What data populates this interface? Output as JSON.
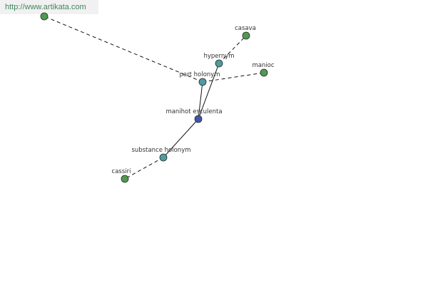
{
  "watermark": {
    "text": "http://www.artikata.com"
  },
  "colors": {
    "center": "#3f57a6",
    "relation": "#4e9ba0",
    "leaf": "#4f9a4f",
    "watermark_text": "#42855d",
    "watermark_bg": "#f1f1f1"
  },
  "graph": {
    "center": {
      "id": "manihot-esculenta",
      "label": "manihot esculenta"
    },
    "relations": [
      {
        "id": "hypernym",
        "label": "hypernym"
      },
      {
        "id": "part-holonym",
        "label": "part holonym"
      },
      {
        "id": "substance-holonym",
        "label": "substance holonym"
      }
    ],
    "leaves": [
      {
        "id": "top-left",
        "label": ""
      },
      {
        "id": "casava",
        "label": "casava"
      },
      {
        "id": "manioc",
        "label": "manioc"
      },
      {
        "id": "cassiri",
        "label": "cassiri"
      }
    ],
    "edges": [
      {
        "from": "manihot-esculenta",
        "to": "hypernym",
        "style": "solid"
      },
      {
        "from": "manihot-esculenta",
        "to": "part-holonym",
        "style": "solid"
      },
      {
        "from": "manihot-esculenta",
        "to": "substance-holonym",
        "style": "solid"
      },
      {
        "from": "hypernym",
        "to": "casava",
        "style": "dashed"
      },
      {
        "from": "part-holonym",
        "to": "top-left",
        "style": "dashed"
      },
      {
        "from": "part-holonym",
        "to": "manioc",
        "style": "dashed"
      },
      {
        "from": "substance-holonym",
        "to": "cassiri",
        "style": "dashed"
      }
    ]
  }
}
